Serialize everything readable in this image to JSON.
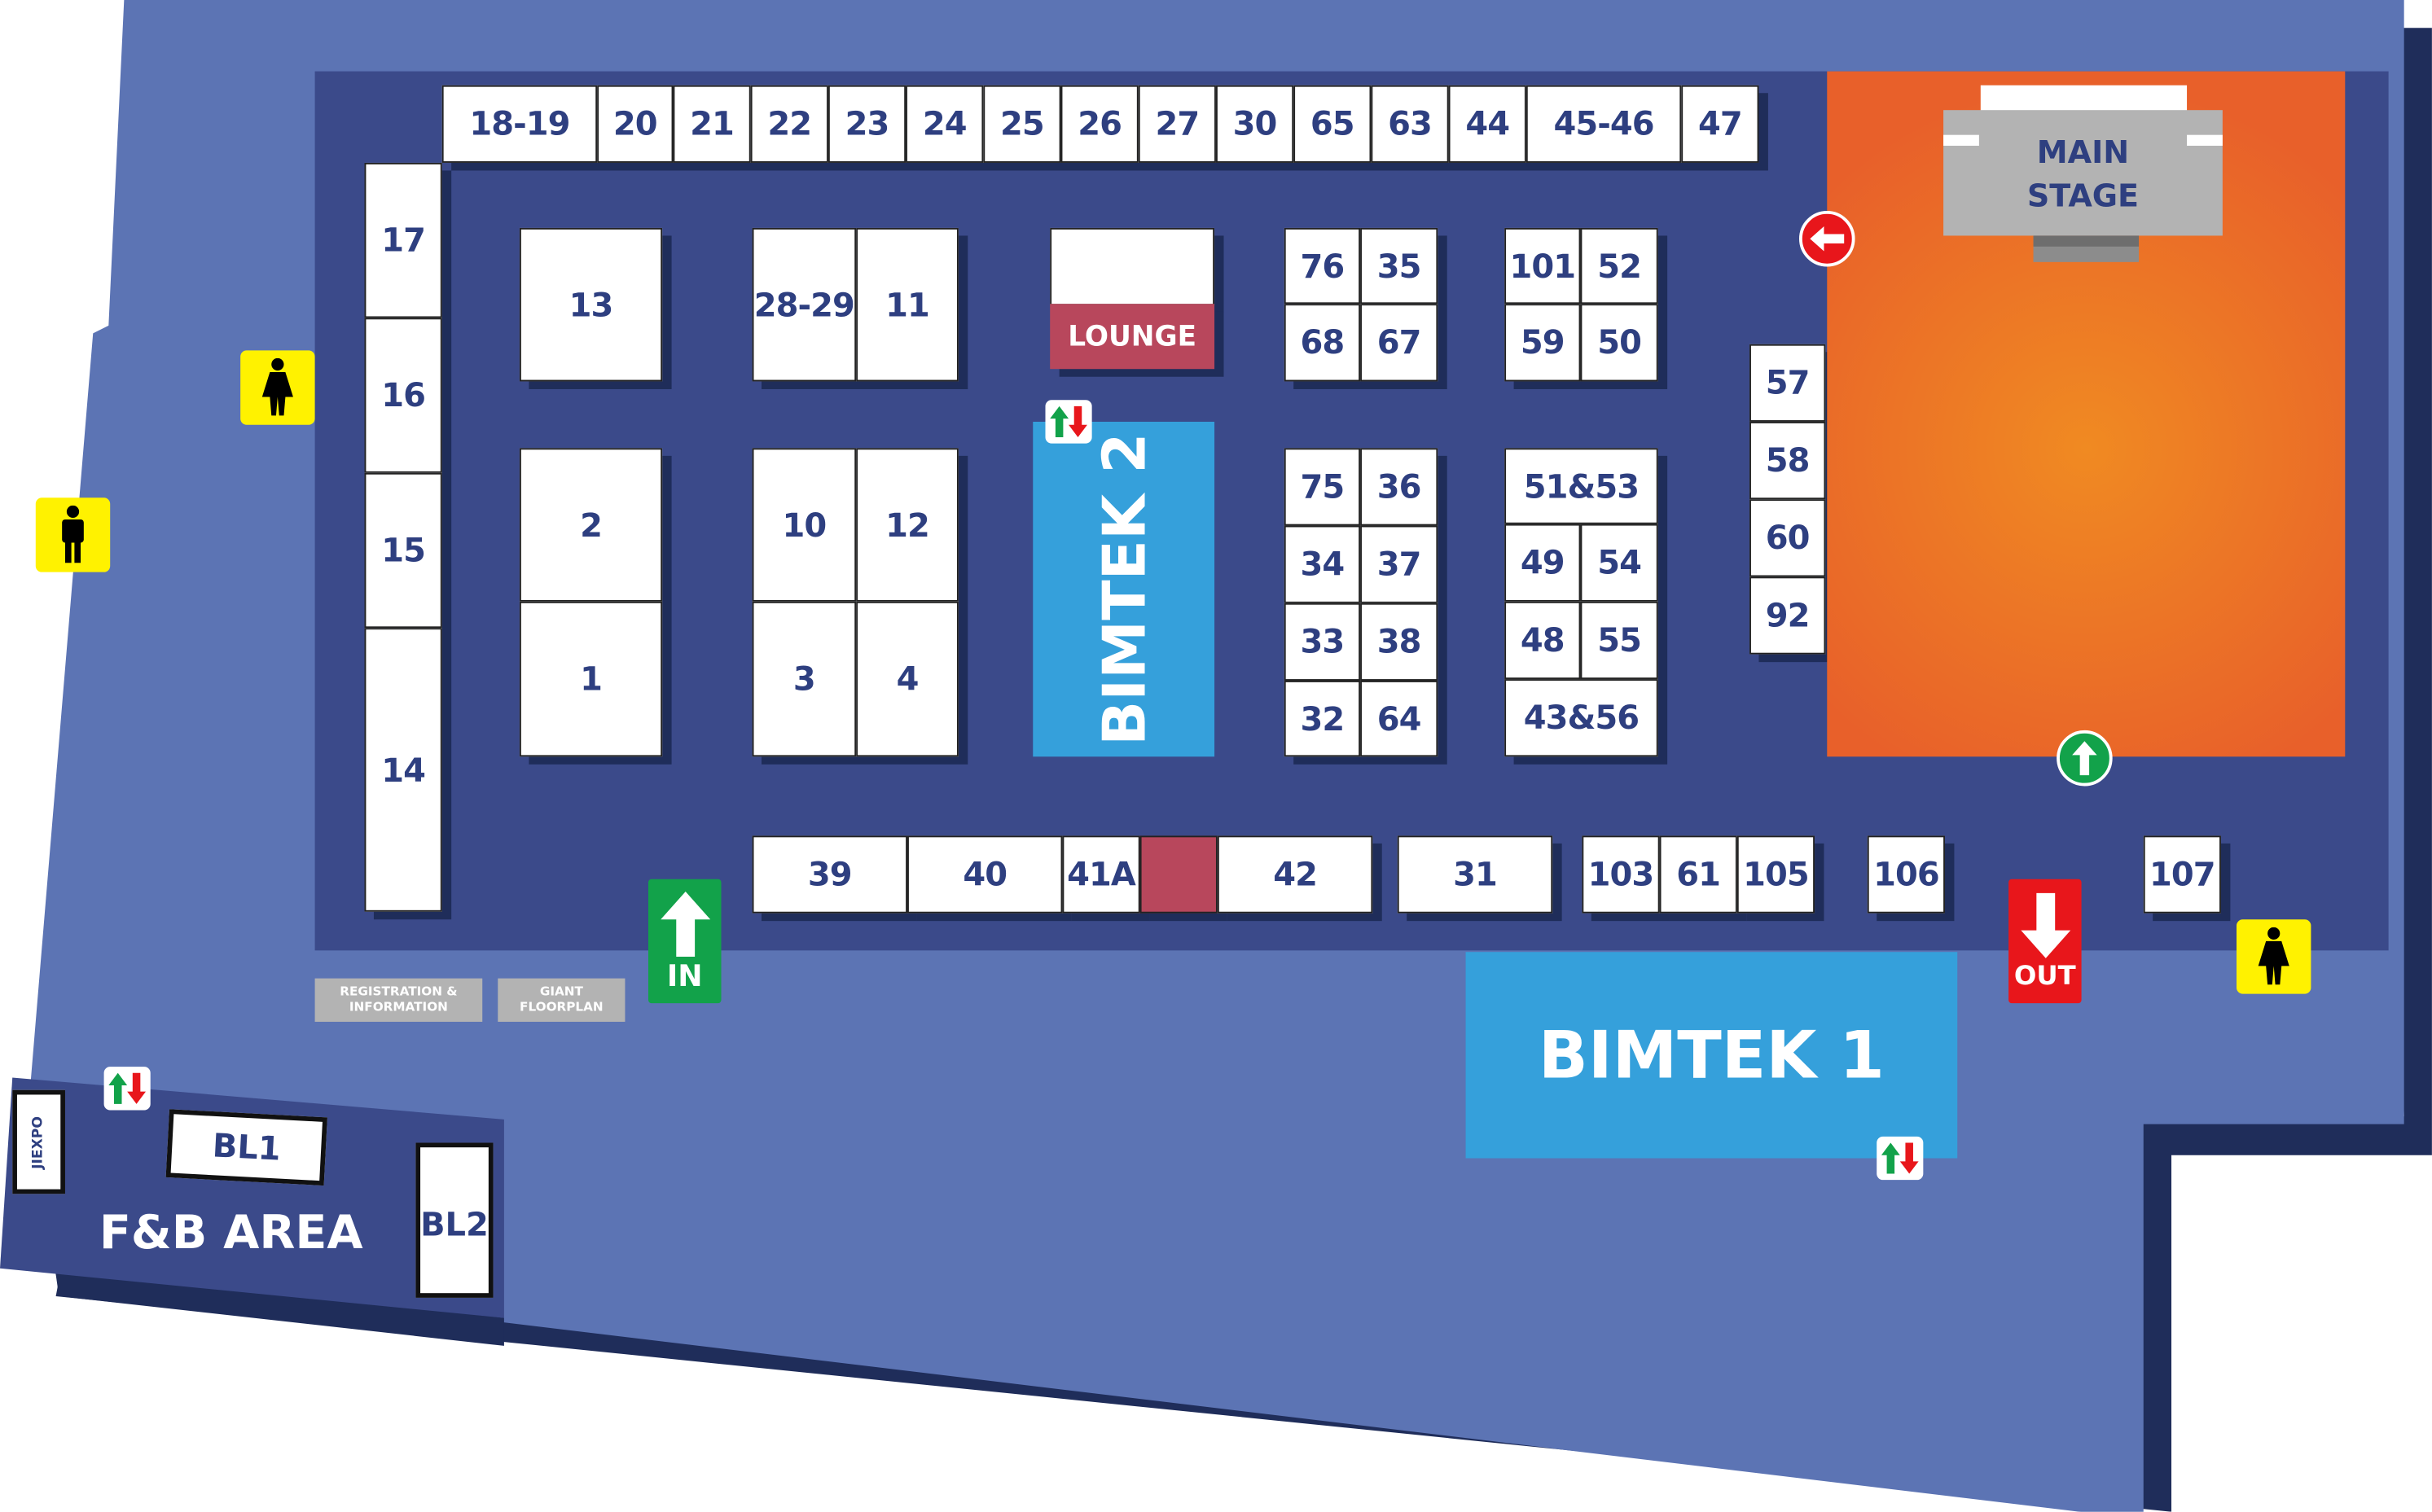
{
  "booths": {
    "top_row": [
      "18-19",
      "20",
      "21",
      "22",
      "23",
      "24",
      "25",
      "26",
      "27",
      "30",
      "65",
      "63",
      "44",
      "45-46",
      "47"
    ],
    "left_column": [
      "17",
      "16",
      "15",
      "14"
    ],
    "block_13": [
      "13"
    ],
    "block_28": [
      "28-29",
      "11"
    ],
    "block_2_1": [
      "2",
      "1"
    ],
    "block_10": [
      "10",
      "12",
      "3",
      "4"
    ],
    "block_76": [
      "76",
      "35",
      "68",
      "67"
    ],
    "block_101": [
      "101",
      "52",
      "59",
      "50"
    ],
    "block_75": [
      "75",
      "36",
      "34",
      "37",
      "33",
      "38",
      "32",
      "64"
    ],
    "block_51": [
      "51&53",
      "49",
      "54",
      "48",
      "55",
      "43&56"
    ],
    "stage_column": [
      "57",
      "58",
      "60",
      "92"
    ],
    "bottom_row": [
      "39",
      "40",
      "41A",
      "",
      "42",
      "31",
      "103",
      "61",
      "105",
      "106",
      "107"
    ]
  },
  "areas": {
    "lounge": "LOUNGE",
    "bimtek2": "BIMTEK 2",
    "bimtek1": "BIMTEK 1",
    "main_stage": "MAIN STAGE",
    "fnb": "F&B AREA",
    "bl1": "BL1",
    "bl2": "BL2",
    "jiexpo": "JIEXPO",
    "registration": "REGISTRATION & INFORMATION",
    "giant_floorplan": "GIANT FLOORPLAN"
  },
  "signs": {
    "in": "IN",
    "out": "OUT"
  },
  "colors": {
    "outer_floor": "#5c74b4",
    "hall": "#3b4a8a",
    "shadow": "#1f2d5a",
    "stage": "#ec6a24",
    "bimtek": "#35a0db",
    "lounge": "#b8475c",
    "booth_text": "#2e3f80",
    "restroom": "#fff200",
    "in": "#12a24a",
    "out": "#e8161b"
  },
  "icons": [
    "restroom-female-icon",
    "restroom-male-icon",
    "escalator-icon",
    "exit-left-arrow-icon",
    "up-arrow-icon"
  ]
}
